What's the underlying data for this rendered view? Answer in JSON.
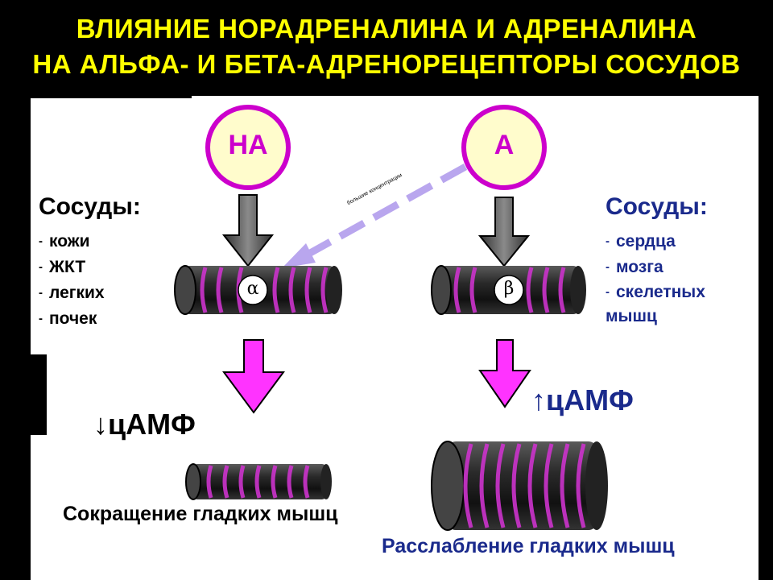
{
  "title": {
    "line1": "ВЛИЯНИЕ НОРАДРЕНАЛИНА И АДРЕНАЛИНА",
    "line2": "НА АЛЬФА- И БЕТА-АДРЕНОРЕЦЕПТОРЫ СОСУДОВ"
  },
  "left": {
    "hormone": "НА",
    "receptor": "α",
    "vessels_title": "Сосуды:",
    "vessels": [
      "кожи",
      "ЖКТ",
      "легких",
      "почек"
    ],
    "camp": "↓цАМФ",
    "result": "Сокращение гладких мышц"
  },
  "right": {
    "hormone": "А",
    "receptor": "β",
    "vessels_title": "Сосуды:",
    "vessels": [
      "сердца",
      "мозга",
      "скелетных мышц"
    ],
    "camp": "↑цАМФ",
    "result": "Расслабление гладких мышц"
  },
  "dashed_arrow_label": "большие концентрации",
  "colors": {
    "title": "#ffff00",
    "circle_fill": "#fffccc",
    "circle_stroke": "#cc00cc",
    "magenta": "#ff33ff",
    "dashed": "#b9a6ee",
    "blue_text": "#1a2a8c"
  }
}
